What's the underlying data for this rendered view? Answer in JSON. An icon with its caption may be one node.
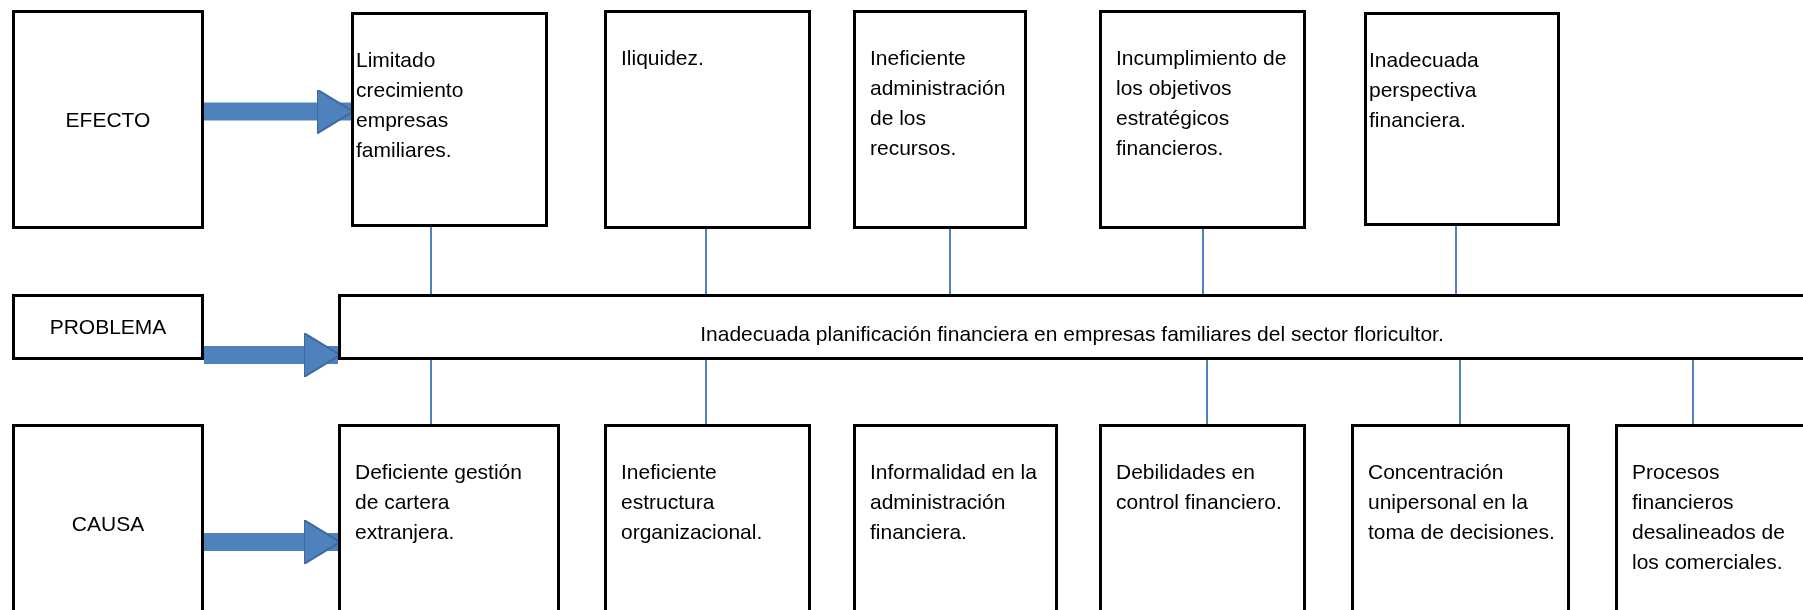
{
  "diagram": {
    "nodes": [
      {
        "text": [
          "EFECTO"
        ]
      },
      {
        "text": [
          "Limitado crecimiento empresas familiares."
        ]
      },
      {
        "text": [
          "Iliquidez."
        ]
      },
      {
        "text": [
          "Ineficiente administración de los recursos."
        ]
      },
      {
        "text": [
          "Incumplimiento de los objetivos estratégicos financieros."
        ]
      },
      {
        "text": [
          "Inadecuada perspectiva financiera."
        ]
      },
      {
        "text": [
          "PROBLEMA"
        ]
      },
      {
        "text": [
          "Inadecuada planificación financiera en empresas familiares del sector floricultor."
        ]
      },
      {
        "text": [
          "CAUSA"
        ]
      },
      {
        "text": [
          "Deficiente gestión de cartera extranjera."
        ]
      },
      {
        "text": [
          "Ineficiente estructura organizacional."
        ]
      },
      {
        "text": [
          "Informalidad en la administración financiera."
        ]
      },
      {
        "text": [
          "Debilidades en control financiero."
        ]
      },
      {
        "text": [
          "Concentración unipersonal en la toma de decisiones."
        ]
      },
      {
        "text": [
          "Procesos financieros desalineados de los comerciales."
        ]
      }
    ],
    "edges": [
      {
        "from": 0,
        "to": 1,
        "arrow": "to",
        "style": "thick"
      },
      {
        "from": 6,
        "to": 7,
        "arrow": "to",
        "style": "thick"
      },
      {
        "from": 8,
        "to": 9,
        "arrow": "to",
        "style": "thick"
      },
      {
        "from": 1,
        "to": 7,
        "arrow": "none"
      },
      {
        "from": 2,
        "to": 7,
        "arrow": "none"
      },
      {
        "from": 3,
        "to": 7,
        "arrow": "none"
      },
      {
        "from": 4,
        "to": 7,
        "arrow": "none"
      },
      {
        "from": 5,
        "to": 7,
        "arrow": "none"
      },
      {
        "from": 7,
        "to": 9,
        "arrow": "none"
      },
      {
        "from": 7,
        "to": 10,
        "arrow": "none"
      },
      {
        "from": 7,
        "to": 12,
        "arrow": "none"
      },
      {
        "from": 7,
        "to": 13,
        "arrow": "none"
      },
      {
        "from": 7,
        "to": 14,
        "arrow": "none"
      }
    ]
  }
}
